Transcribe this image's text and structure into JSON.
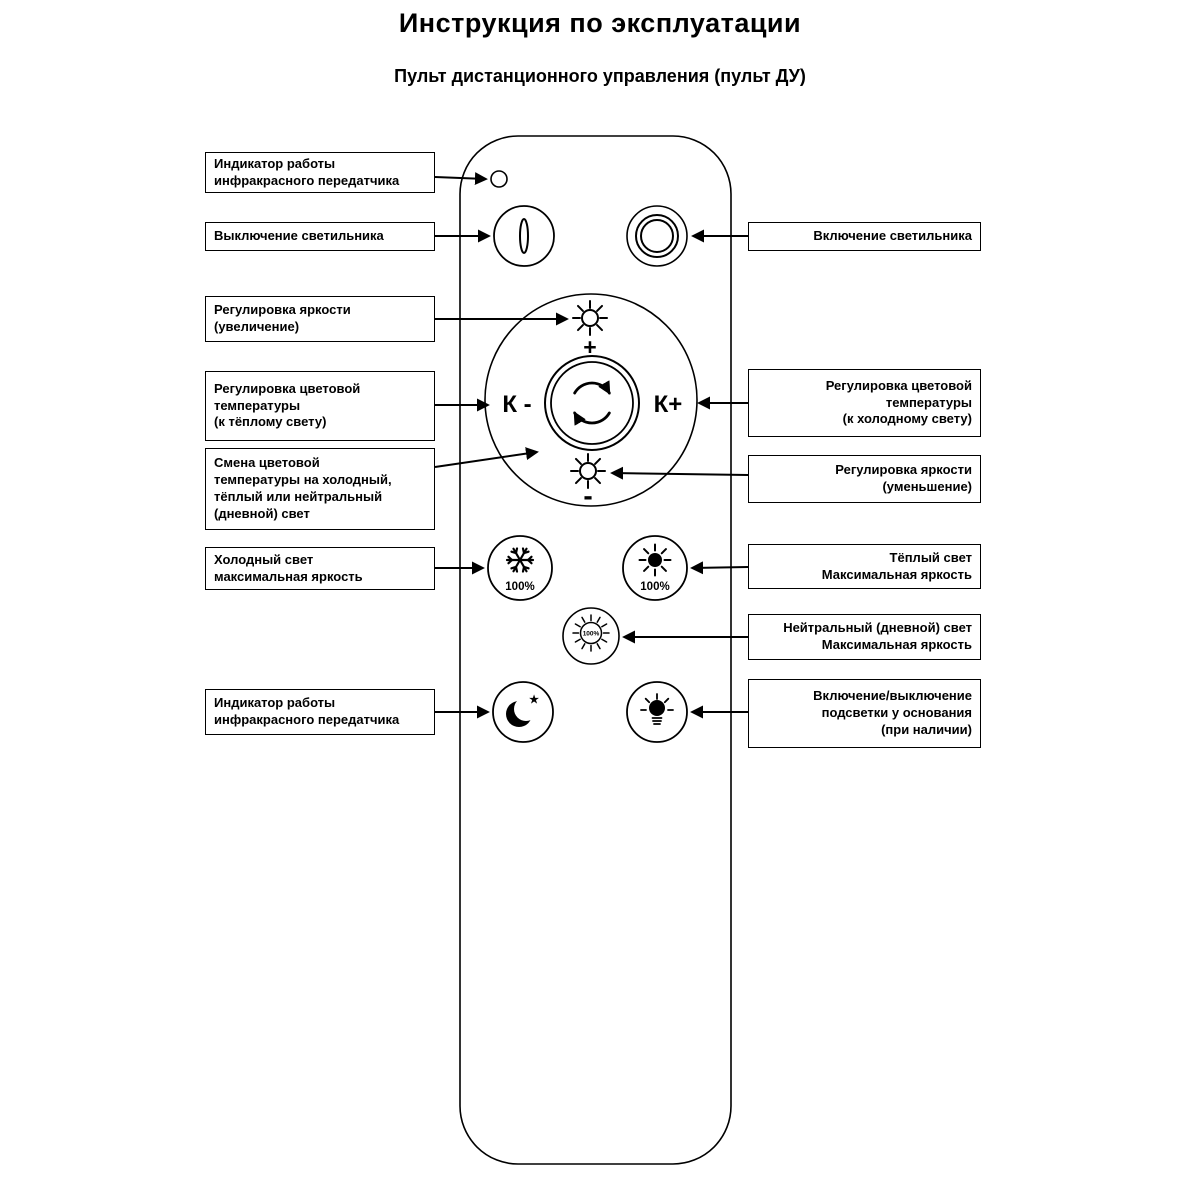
{
  "page": {
    "title": "Инструкция по эксплуатации",
    "subtitle": "Пульт дистанционного управления (пульт ДУ)"
  },
  "labels": {
    "left": [
      "Индикатор работы\nинфракрасного передатчика",
      "Выключение светильника",
      "Регулировка яркости\n(увеличение)",
      "Регулировка цветовой\nтемпературы\n(к тёплому свету)",
      "Смена цветовой\nтемпературы на холодный,\nтёплый или нейтральный\n(дневной) свет",
      "Холодный свет\nмаксимальная яркость",
      "Индикатор работы\nинфракрасного передатчика"
    ],
    "right": [
      "Включение светильника",
      "Регулировка цветовой\nтемпературы\n(к холодному свету)",
      "Регулировка яркости\n(уменьшение)",
      "Тёплый свет\nМаксимальная яркость",
      "Нейтральный (дневной) свет\nМаксимальная яркость",
      "Включение/выключение\nподсветки у основания\n(при наличии)"
    ]
  },
  "remote": {
    "k_minus": "К -",
    "k_plus": "К+",
    "plus": "+",
    "minus": "-",
    "cold_percent": "100%",
    "warm_percent": "100%",
    "neutral_percent": "100%"
  },
  "icons": {
    "star": "★",
    "ir_indicator": "small-circle",
    "power_off": "vertical-bar-circle",
    "power_on": "concentric-rings",
    "brightness_up": "sun-rays",
    "brightness_down": "sun-rays",
    "color_cycle": "rotate-arrows",
    "cold": "snowflake",
    "warm": "sun-filled",
    "neutral": "sun-outline",
    "night": "moon-with-star",
    "backlight": "light-bulb"
  },
  "colors": {
    "ink": "#000000",
    "background": "#ffffff"
  }
}
